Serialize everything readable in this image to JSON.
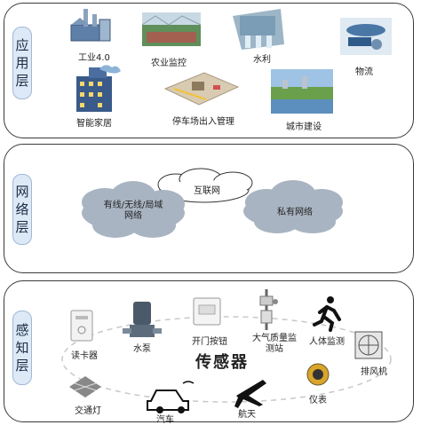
{
  "layers": {
    "application": {
      "label_chars": [
        "应",
        "用",
        "层"
      ],
      "items": {
        "industry": "工业4.0",
        "agriculture": "农业监控",
        "water": "水利",
        "logistics": "物流",
        "smart_home": "智能家居",
        "parking": "停车场出入管理",
        "city": "城市建设"
      }
    },
    "network": {
      "label_chars": [
        "网",
        "络",
        "层"
      ],
      "clouds": {
        "internet": "互联网",
        "wired": "有线/无线/局域网络",
        "private": "私有网络"
      }
    },
    "perception": {
      "label_chars": [
        "感",
        "知",
        "层"
      ],
      "title": "传感器",
      "items": {
        "card_reader": "读卡器",
        "pump": "水泵",
        "door_button": "开门按钮",
        "air_station": "大气质量监测站",
        "human_detect": "人体监测",
        "exhaust_fan": "排风机",
        "meter": "仪表",
        "aviation": "航天",
        "car": "汽车",
        "traffic_light": "交通灯"
      }
    }
  },
  "colors": {
    "label_bg": "#dde9f6",
    "cloud_fill": "#a9b4c2",
    "border": "#3a3a3a"
  }
}
